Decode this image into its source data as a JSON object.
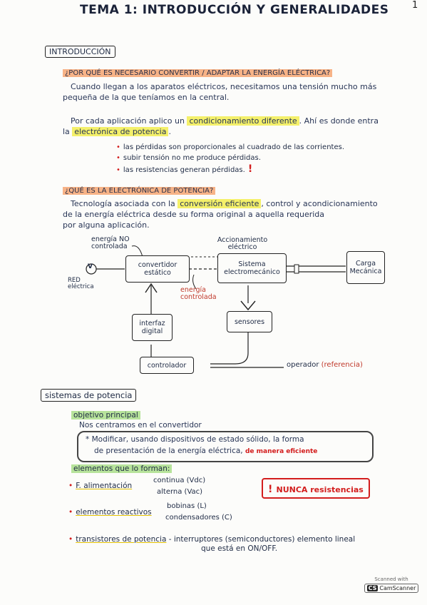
{
  "title": "TEMA 1: INTRODUCCIÓN Y GENERALIDADES",
  "page_number": "1",
  "section1": {
    "heading": "INTRODUCCIÓN",
    "q1": "¿POR QUÉ ES NECESARIO CONVERTIR / ADAPTAR LA ENERGÍA ELÉCTRICA?",
    "p1_line1": "Cuando llegan a los aparatos eléctricos, necesitamos una tensión mucho más",
    "p1_line2": "pequeña de la que teníamos en la central.",
    "p2_line1a": "Por cada aplicación aplico un ",
    "p2_hl1": "condicionamiento diferente",
    "p2_line1b": ". Ahí es donde entra",
    "p2_line2a": "la ",
    "p2_hl2": "electrónica de potencia",
    "p2_line2b": ".",
    "bullets": [
      "las pérdidas son proporcionales al cuadrado de las corrientes.",
      "subir tensión no me produce pérdidas.",
      "las resistencias generan pérdidas."
    ],
    "q2": "¿QUÉ ES LA ELECTRÓNICA DE POTENCIA?",
    "p3_line1a": "Tecnología asociada con la ",
    "p3_hl": "conversión eficiente",
    "p3_line1b": ", control y acondicionamiento",
    "p3_line2": "de la energía eléctrica desde su forma original a aquella requerida",
    "p3_line3": "por alguna aplicación."
  },
  "diagram": {
    "label_energia_no_controlada": "energía NO controlada",
    "label_accionamiento": "Accionamiento eléctrico",
    "label_red": "RED eléctrica",
    "source_symbol": "V",
    "convertidor": "convertidor estático",
    "sistema": "Sistema electromecánico",
    "carga": "Carga Mecánica",
    "label_energia_controlada": "energía controlada",
    "interfaz": "interfaz digital",
    "sensores": "sensores",
    "controlador": "controlador",
    "operador": "operador",
    "referencia": "(referencia)"
  },
  "section2": {
    "heading": "sistemas de potencia",
    "objetivo": "objetivo principal",
    "centramos": "Nos centramos en el convertidor",
    "box_line1": "* Modificar, usando dispositivos de estado sólido, la forma",
    "box_line2a": "de presentación de la energía eléctrica, ",
    "box_line2b": "de manera eficiente",
    "elementos": "elementos que lo forman:",
    "alimentacion": "F. alimentación",
    "continua": "continua (Vdc)",
    "alterna": "alterna (Vac)",
    "reactivos": "elementos reactivos",
    "bobinas": "bobinas (L)",
    "condensadores": "condensadores (C)",
    "nunca": "NUNCA resistencias",
    "transistores": "transistores de potencia",
    "transistores_desc1": "- interruptores (semiconductores) elemento lineal",
    "transistores_desc2": "que está en ON/OFF."
  },
  "scanner": {
    "line1": "Scanned with",
    "brand": "CamScanner",
    "logo": "CS"
  },
  "colors": {
    "orange_highlight": "#f7b387",
    "yellow_highlight": "#f4f06a",
    "green_highlight": "#b7e39b",
    "red_ink": "#d31d1d"
  }
}
